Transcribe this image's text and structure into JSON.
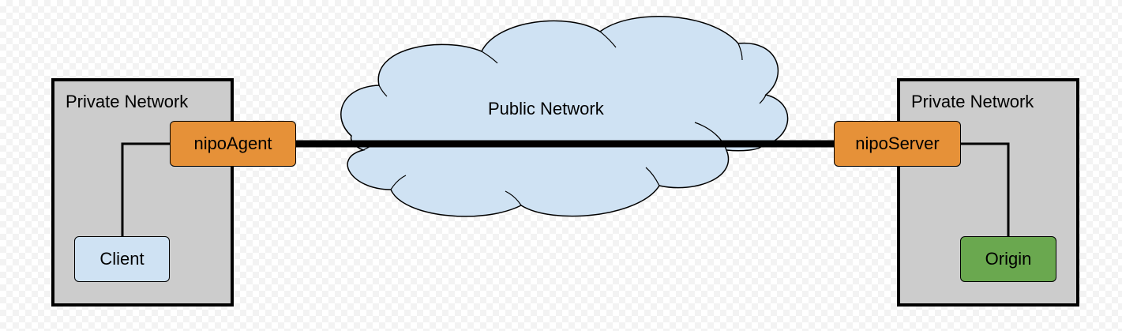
{
  "colors": {
    "network_fill": "#cccccc",
    "cloud_fill": "#cfe2f3",
    "proxy_fill": "#e69138",
    "client_fill": "#cfe2f3",
    "origin_fill": "#6aa84f",
    "line": "#000000"
  },
  "public_network": {
    "label": "Public Network"
  },
  "left_network": {
    "label": "Private Network",
    "proxy": "nipoAgent",
    "endpoint": "Client"
  },
  "right_network": {
    "label": "Private Network",
    "proxy": "nipoServer",
    "endpoint": "Origin"
  }
}
